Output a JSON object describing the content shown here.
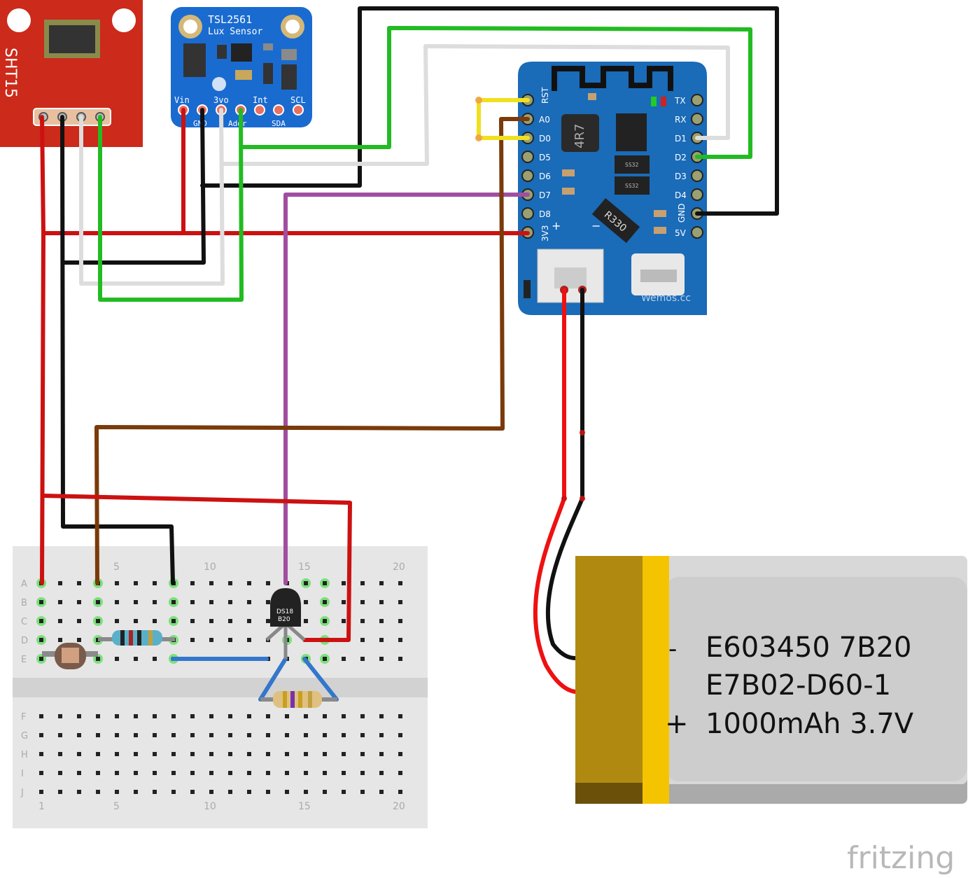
{
  "sht15": {
    "label": "SHT15"
  },
  "tsl2561": {
    "title": "TSL2561",
    "subtitle": "Lux Sensor",
    "pins_top": [
      "Vin",
      "3vo",
      "Int",
      "SCL"
    ],
    "pins_bottom": [
      "GND",
      "Addr",
      "SDA"
    ]
  },
  "wemos": {
    "left_pins": [
      "RST",
      "A0",
      "D0",
      "D5",
      "D6",
      "D7",
      "D8",
      "3V3"
    ],
    "right_pins": [
      "TX",
      "RX",
      "D1",
      "D2",
      "D3",
      "D4",
      "GND",
      "5V"
    ],
    "inductor": "4R7",
    "resistor": "R330",
    "diode1": "SS32",
    "diode2": "SS32",
    "plus": "+",
    "minus": "−",
    "brand": "Wemos.cc"
  },
  "breadboard": {
    "col_numbers": [
      "1",
      "5",
      "10",
      "15",
      "20"
    ],
    "rows_top": [
      "A",
      "B",
      "C",
      "D",
      "E"
    ],
    "rows_bottom": [
      "F",
      "G",
      "H",
      "I",
      "J"
    ]
  },
  "ds18b20": {
    "line1": "DS18",
    "line2": "B20"
  },
  "battery": {
    "line1": "E603450 7B20",
    "line2": "E7B02-D60-1",
    "line3": "1000mAh 3.7V",
    "minus": "-",
    "plus": "+"
  },
  "footer": {
    "brand": "fritzing"
  },
  "colors": {
    "wire_red": "#cc1111",
    "wire_black": "#111111",
    "wire_green": "#22bb22",
    "wire_white": "#dddddd",
    "wire_purple": "#a04ea0",
    "wire_brown": "#7a3a0a",
    "wire_yellow": "#f0e020",
    "wire_blue": "#3377cc",
    "board_blue": "#1a6bb8",
    "sht_red": "#cc2a1a",
    "battery_gold": "#b08a10"
  }
}
